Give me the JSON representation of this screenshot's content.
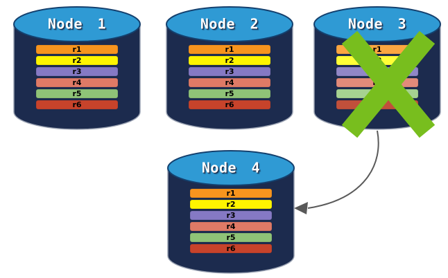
{
  "diagram": {
    "description": "Database replication failover diagram: four nodes each holding replicas r1-r6; Node 3 is failed (crossed out) and its data is redirected to Node 4"
  },
  "nodes": [
    {
      "title": "Node 1",
      "status": "ok"
    },
    {
      "title": "Node 2",
      "status": "ok"
    },
    {
      "title": "Node 3",
      "status": "failed"
    },
    {
      "title": "Node 4",
      "status": "ok"
    }
  ],
  "replicas": [
    {
      "label": "r1",
      "color": "#F7941E"
    },
    {
      "label": "r2",
      "color": "#FEF500"
    },
    {
      "label": "r3",
      "color": "#8579C4"
    },
    {
      "label": "r4",
      "color": "#DF7A66"
    },
    {
      "label": "r5",
      "color": "#8FC377"
    },
    {
      "label": "r6",
      "color": "#C7432B"
    }
  ],
  "colors": {
    "background": "#FFFFFF",
    "cylinder_body": "#1C2B4E",
    "cylinder_outline": "#9AA2B2",
    "cylinder_top": "#2F9AD4",
    "cylinder_top_border": "#14406E",
    "title_text": "#FFFFFF",
    "bar_text": "#000000",
    "failure_x": "#78BE1E",
    "arrow": "#595959"
  }
}
